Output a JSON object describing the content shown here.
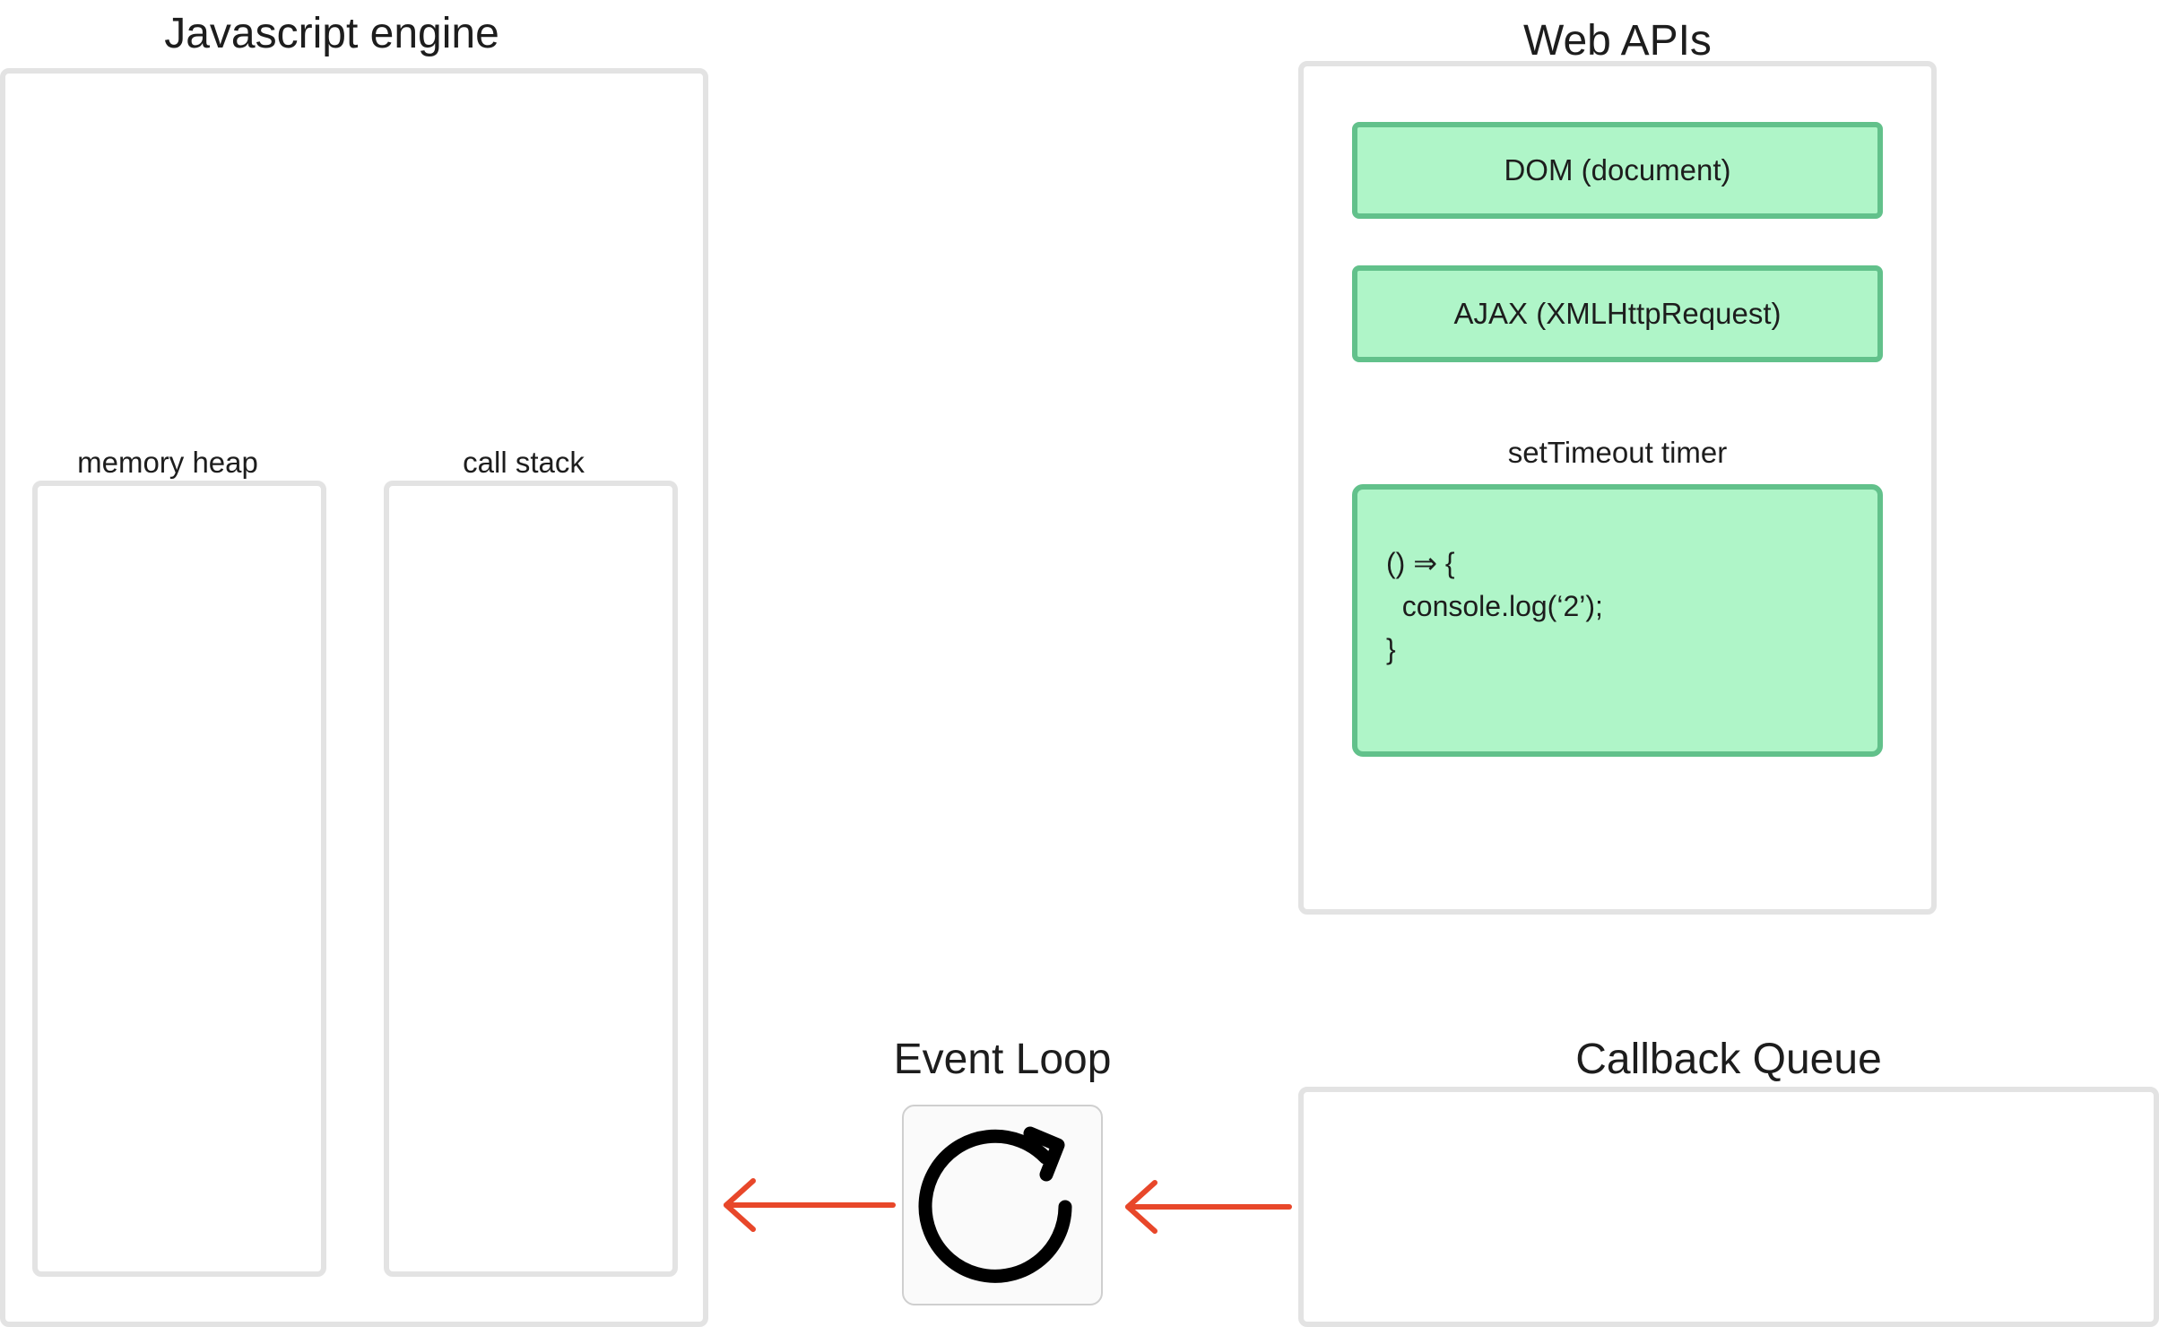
{
  "colors": {
    "panel_border": "#e3e3e3",
    "api_fill": "#aff5c8",
    "api_border": "#62c18b",
    "arrow": "#e8472a",
    "icon": "#000000"
  },
  "engine": {
    "title": "Javascript engine",
    "memory_heap_label": "memory heap",
    "call_stack_label": "call stack"
  },
  "web_apis": {
    "title": "Web APIs",
    "dom_label": "DOM (document)",
    "ajax_label": "AJAX (XMLHttpRequest)",
    "timer_label": "setTimeout timer",
    "timer_code": [
      "() ⇒ {",
      "  console.log(‘2’);",
      "}"
    ]
  },
  "event_loop": {
    "title": "Event Loop",
    "icon": "refresh-icon"
  },
  "callback_queue": {
    "title": "Callback Queue"
  }
}
